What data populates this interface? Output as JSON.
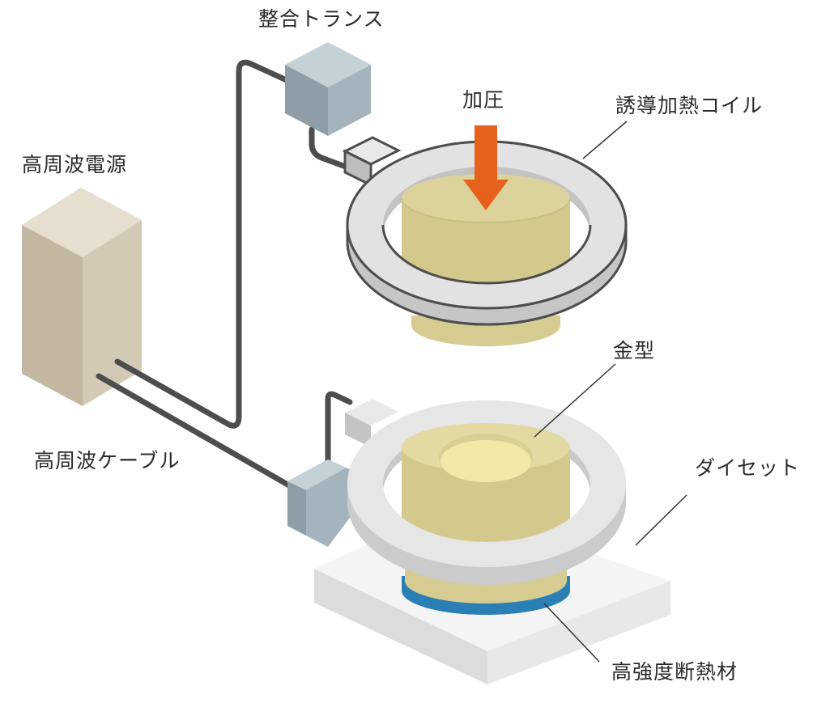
{
  "labels": {
    "matching_transformer": "整合トランス",
    "pressure": "加圧",
    "induction_coil": "誘導加熱コイル",
    "hf_power_supply": "高周波電源",
    "mold": "金型",
    "hf_cable": "高周波ケーブル",
    "die_set": "ダイセット",
    "insulation": "高強度断熱材"
  },
  "colors": {
    "power_supply": "#c9bfa9",
    "transformer": "#a3b6bf",
    "coil": "#dedede",
    "mold": "#ded5a0",
    "mold_top": "#f3e7a8",
    "arrow": "#e5611c",
    "insulation": "#2f8bc4",
    "die_set": "#f2f2f2",
    "cable": "#4d4d4f"
  }
}
